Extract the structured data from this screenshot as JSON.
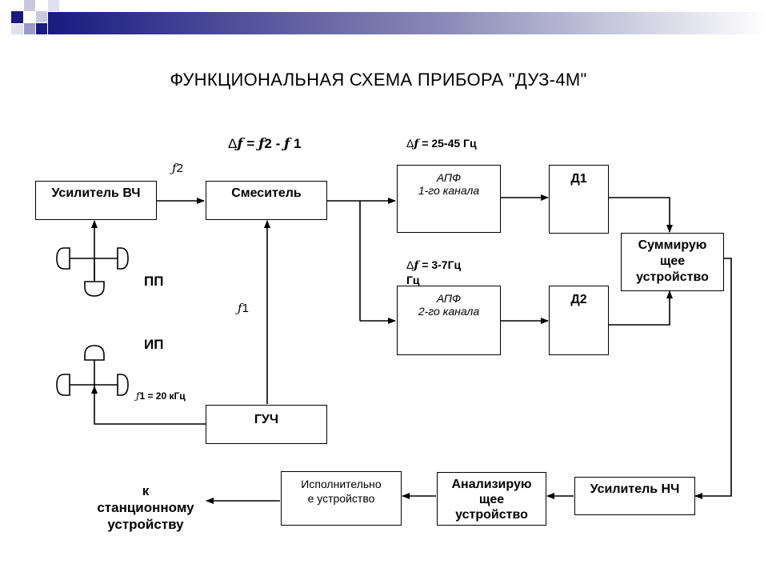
{
  "title": "ФУНКЦИОНАЛЬНАЯ СХЕМА ПРИБОРА \"ДУЗ-4М\"",
  "formula_delta_f": {
    "delta": "Δ",
    "f1": "ƒ",
    "mid": " = ",
    "f2": "ƒ",
    "n2": "2 - ",
    "f3": "ƒ",
    "n1": " 1"
  },
  "label_f2": {
    "f": "ƒ",
    "n": "2"
  },
  "label_f1": {
    "f": "ƒ",
    "n": "1"
  },
  "label_f1_freq": {
    "f": "ƒ",
    "text": "1 = 20 кГц"
  },
  "label_channel1_band": {
    "delta": "Δ",
    "f": "ƒ",
    "text": " = 25-45 Гц"
  },
  "label_channel2_band": {
    "delta": "Δ",
    "f": "ƒ",
    "text": " = 3-7Гц",
    "line2": "Гц"
  },
  "label_pp": "ПП",
  "label_ip": "ИП",
  "blocks": {
    "hf_amplifier": "Усилитель ВЧ",
    "mixer": "Смеситель",
    "apf1_line1": "АПФ",
    "apf1_line2": "1-го канала",
    "apf2_line1": "АПФ",
    "apf2_line2": "2-го канала",
    "d1": "Д1",
    "d2": "Д2",
    "summing_line1": "Суммирую",
    "summing_line2": "щее",
    "summing_line3": "устройство",
    "guch": "ГУЧ",
    "lf_amplifier": "Усилитель НЧ",
    "analyzer_line1": "Анализирую",
    "analyzer_line2": "щее",
    "analyzer_line3": "устройство",
    "actuator_line1": "Исполнительно",
    "actuator_line2": "е устройство"
  },
  "output_label_line1": "к",
  "output_label_line2": "станционному",
  "output_label_line3": "устройству",
  "colors": {
    "bar_dark": "#1a1a80",
    "bar_light": "#9999cc"
  }
}
